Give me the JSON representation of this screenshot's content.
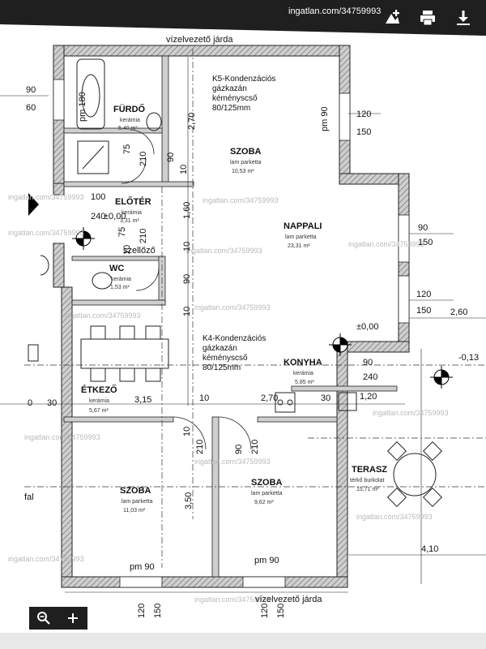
{
  "watermark": "ingatlan.com/34759993",
  "labels": {
    "drain_path": "vízelvezető járda",
    "k5_boiler": [
      "K5-Kondenzációs",
      "gázkazán",
      "kéményscső",
      "80/125mm"
    ],
    "k4_boiler": [
      "K4-Kondenzációs",
      "gázkazán",
      "kéményscső",
      "80/125mm"
    ],
    "szellozo": "szellőző",
    "fal": "fal"
  },
  "rooms": [
    {
      "id": "furdo",
      "name": "FÜRDŐ",
      "floor": "kerámia",
      "area": "5,40 m²"
    },
    {
      "id": "eloter",
      "name": "ELŐTÉR",
      "floor": "kerámia",
      "area": "3,31 m²"
    },
    {
      "id": "wc",
      "name": "WC",
      "floor": "kerámia",
      "area": "1,53 m²"
    },
    {
      "id": "szoba1",
      "name": "SZOBA",
      "floor": "lam parketta",
      "area": "10,53 m²"
    },
    {
      "id": "nappali",
      "name": "NAPPALI",
      "floor": "lam parketta",
      "area": "23,31 m²"
    },
    {
      "id": "konyha",
      "name": "KONYHA",
      "floor": "kerámia",
      "area": "5,85 m²"
    },
    {
      "id": "etkezo",
      "name": "ÉTKEZŐ",
      "floor": "kerámia",
      "area": "5,67 m²"
    },
    {
      "id": "szoba2",
      "name": "SZOBA",
      "floor": "lam parketta",
      "area": "11,03 m²"
    },
    {
      "id": "szoba3",
      "name": "SZOBA",
      "floor": "lam parketta",
      "area": "9,62 m²"
    },
    {
      "id": "terasz",
      "name": "TERASZ",
      "floor": "térkő burkolat",
      "area": "15,71 m²"
    }
  ],
  "dims": {
    "d90a": "90",
    "d60": "60",
    "pm180": "pm 180",
    "d270": "2,70",
    "d75a": "75",
    "d210a": "210",
    "d90b": "90",
    "d10a": "10",
    "d100": "100",
    "d240a": "240",
    "d000a": "±0,00",
    "d160": "1,60",
    "d210b": "210",
    "d10b": "10",
    "d10c": "10",
    "d75b": "75",
    "d90c": "90",
    "d10d": "10",
    "pm90a": "pm 90",
    "d120a": "120",
    "d150a": "150",
    "d90d": "90",
    "d150b": "150",
    "d120b": "120",
    "d150c": "150",
    "d260": "2,60",
    "d000b": "±0,00",
    "dm013": "-0,13",
    "d90e": "90",
    "d240b": "240",
    "d270b": "2,70",
    "d30a": "30",
    "d120c": "1,20",
    "d0": "0",
    "d30b": "30",
    "d315": "3,15",
    "d10e": "10",
    "d10f": "10",
    "d210c": "210",
    "d90f": "90",
    "d210d": "210",
    "d350": "3,50",
    "d410": "4,10",
    "pm90b": "pm 90",
    "pm90c": "pm 90",
    "d120d": "120",
    "d150d": "150",
    "d120e": "120",
    "d150e": "150"
  },
  "toolbar": {
    "add_icon": "add-photo-icon",
    "print_icon": "print-icon",
    "download_icon": "download-icon"
  },
  "zoom": {
    "out": "zoom-out-icon",
    "in": "zoom-in-icon"
  },
  "colors": {
    "wall": "#9a9a9a",
    "line": "#111111",
    "dark": "#1f1f1f"
  }
}
